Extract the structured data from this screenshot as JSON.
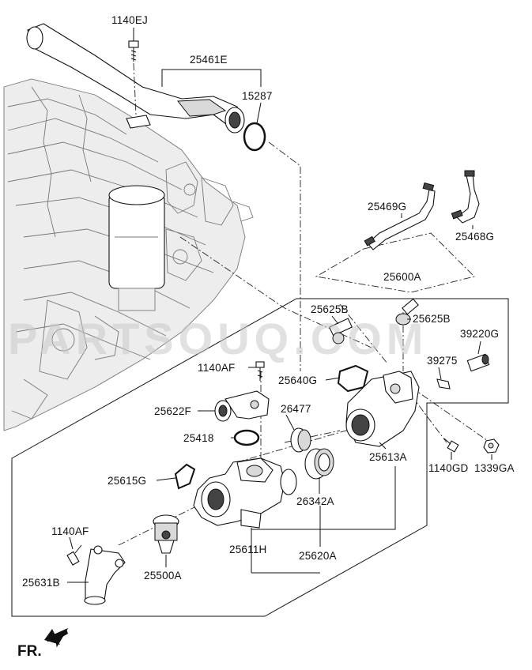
{
  "watermark": "PARTSOUQ.COM",
  "direction_label": "FR.",
  "parts": [
    {
      "code": "1140EJ"
    },
    {
      "code": "25461E"
    },
    {
      "code": "15287"
    },
    {
      "code": "25469G"
    },
    {
      "code": "25468G"
    },
    {
      "code": "25600A"
    },
    {
      "code": "25625B"
    },
    {
      "code": "25625B"
    },
    {
      "code": "39220G"
    },
    {
      "code": "1140AF"
    },
    {
      "code": "25640G"
    },
    {
      "code": "39275"
    },
    {
      "code": "25622F"
    },
    {
      "code": "26477"
    },
    {
      "code": "25418"
    },
    {
      "code": "25613A"
    },
    {
      "code": "1140GD"
    },
    {
      "code": "1339GA"
    },
    {
      "code": "25615G"
    },
    {
      "code": "26342A"
    },
    {
      "code": "1140AF"
    },
    {
      "code": "25611H"
    },
    {
      "code": "25620A"
    },
    {
      "code": "25631B"
    },
    {
      "code": "25500A"
    }
  ]
}
